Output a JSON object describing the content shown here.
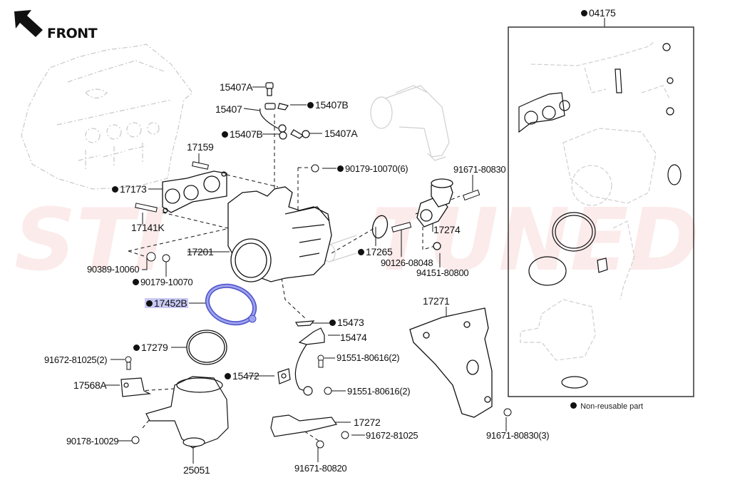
{
  "orientation": {
    "label": "FRONT",
    "icon": "arrow-up-left-icon"
  },
  "watermark": {
    "left": "STI",
    "right": "TUNED"
  },
  "legend": {
    "symbol": "filled-circle",
    "text": "Non-reusable part"
  },
  "kit": {
    "part_no": "04175",
    "non_reusable": true
  },
  "highlighted_part": "17452B",
  "parts": [
    {
      "id": "p15407A_top",
      "part_no": "15407A",
      "non_reusable": false
    },
    {
      "id": "p15407",
      "part_no": "15407",
      "non_reusable": false
    },
    {
      "id": "p15407B_right",
      "part_no": "15407B",
      "non_reusable": true
    },
    {
      "id": "p15407B_left",
      "part_no": "15407B",
      "non_reusable": true
    },
    {
      "id": "p15407A_right",
      "part_no": "15407A",
      "non_reusable": false
    },
    {
      "id": "p17159",
      "part_no": "17159",
      "non_reusable": false
    },
    {
      "id": "p90179_6",
      "part_no": "90179-10070(6)",
      "non_reusable": true
    },
    {
      "id": "p91671_80830",
      "part_no": "91671-80830",
      "non_reusable": false
    },
    {
      "id": "p17173",
      "part_no": "17173",
      "non_reusable": true
    },
    {
      "id": "p17141K",
      "part_no": "17141K",
      "non_reusable": false
    },
    {
      "id": "p17274",
      "part_no": "17274",
      "non_reusable": false
    },
    {
      "id": "p17201",
      "part_no": "17201",
      "non_reusable": false
    },
    {
      "id": "p17265",
      "part_no": "17265",
      "non_reusable": true
    },
    {
      "id": "p90389",
      "part_no": "90389-10060",
      "non_reusable": false
    },
    {
      "id": "p90126",
      "part_no": "90126-08048",
      "non_reusable": false
    },
    {
      "id": "p94151",
      "part_no": "94151-80800",
      "non_reusable": false
    },
    {
      "id": "p90179",
      "part_no": "90179-10070",
      "non_reusable": true
    },
    {
      "id": "p17452B",
      "part_no": "17452B",
      "non_reusable": true
    },
    {
      "id": "p17271",
      "part_no": "17271",
      "non_reusable": false
    },
    {
      "id": "p15473",
      "part_no": "15473",
      "non_reusable": true
    },
    {
      "id": "p15474",
      "part_no": "15474",
      "non_reusable": false
    },
    {
      "id": "p17279",
      "part_no": "17279",
      "non_reusable": true
    },
    {
      "id": "p91551_a",
      "part_no": "91551-80616(2)",
      "non_reusable": false
    },
    {
      "id": "p91672_2",
      "part_no": "91672-81025(2)",
      "non_reusable": false
    },
    {
      "id": "p15472",
      "part_no": "15472",
      "non_reusable": true
    },
    {
      "id": "p17568A",
      "part_no": "17568A",
      "non_reusable": false
    },
    {
      "id": "p91551_b",
      "part_no": "91551-80616(2)",
      "non_reusable": false
    },
    {
      "id": "p17272",
      "part_no": "17272",
      "non_reusable": false
    },
    {
      "id": "p90178",
      "part_no": "90178-10029",
      "non_reusable": false
    },
    {
      "id": "p91672",
      "part_no": "91672-81025",
      "non_reusable": false
    },
    {
      "id": "p91671_3",
      "part_no": "91671-80830(3)",
      "non_reusable": false
    },
    {
      "id": "p25051",
      "part_no": "25051",
      "non_reusable": false
    },
    {
      "id": "p91671_80820",
      "part_no": "91671-80820",
      "non_reusable": false
    }
  ]
}
